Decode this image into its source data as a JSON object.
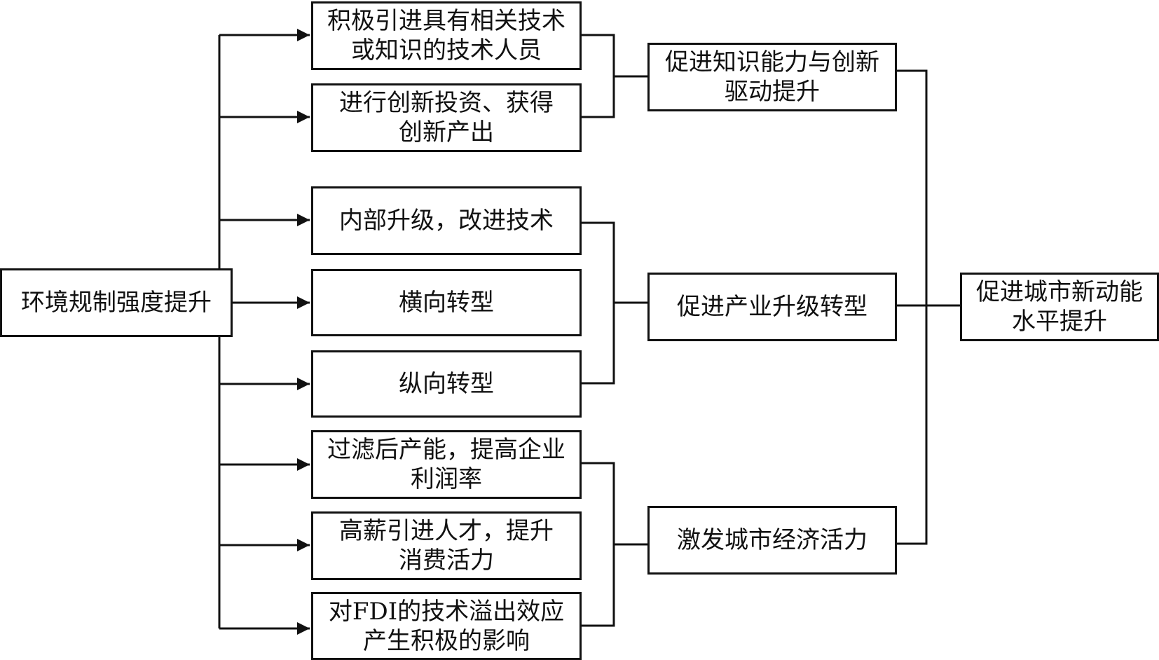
{
  "source": {
    "label": "环境规制强度提升"
  },
  "measures": [
    {
      "line1": "积极引进具有相关技术",
      "line2": "或知识的技术人员"
    },
    {
      "line1": "进行创新投资、获得",
      "line2": "创新产出"
    },
    {
      "line1": "内部升级，改进技术",
      "line2": ""
    },
    {
      "line1": "横向转型",
      "line2": ""
    },
    {
      "line1": "纵向转型",
      "line2": ""
    },
    {
      "line1": "过滤后产能，提高企业",
      "line2": "利润率"
    },
    {
      "line1": "高薪引进人才，提升",
      "line2": "消费活力"
    },
    {
      "line1": "对FDI的技术溢出效应",
      "line2": "产生积极的影响"
    }
  ],
  "effects": [
    {
      "line1": "促进知识能力与创新",
      "line2": "驱动提升"
    },
    {
      "line1": "促进产业升级转型",
      "line2": ""
    },
    {
      "line1": "激发城市经济活力",
      "line2": ""
    }
  ],
  "outcome": {
    "line1": "促进城市新动能",
    "line2": "水平提升"
  }
}
